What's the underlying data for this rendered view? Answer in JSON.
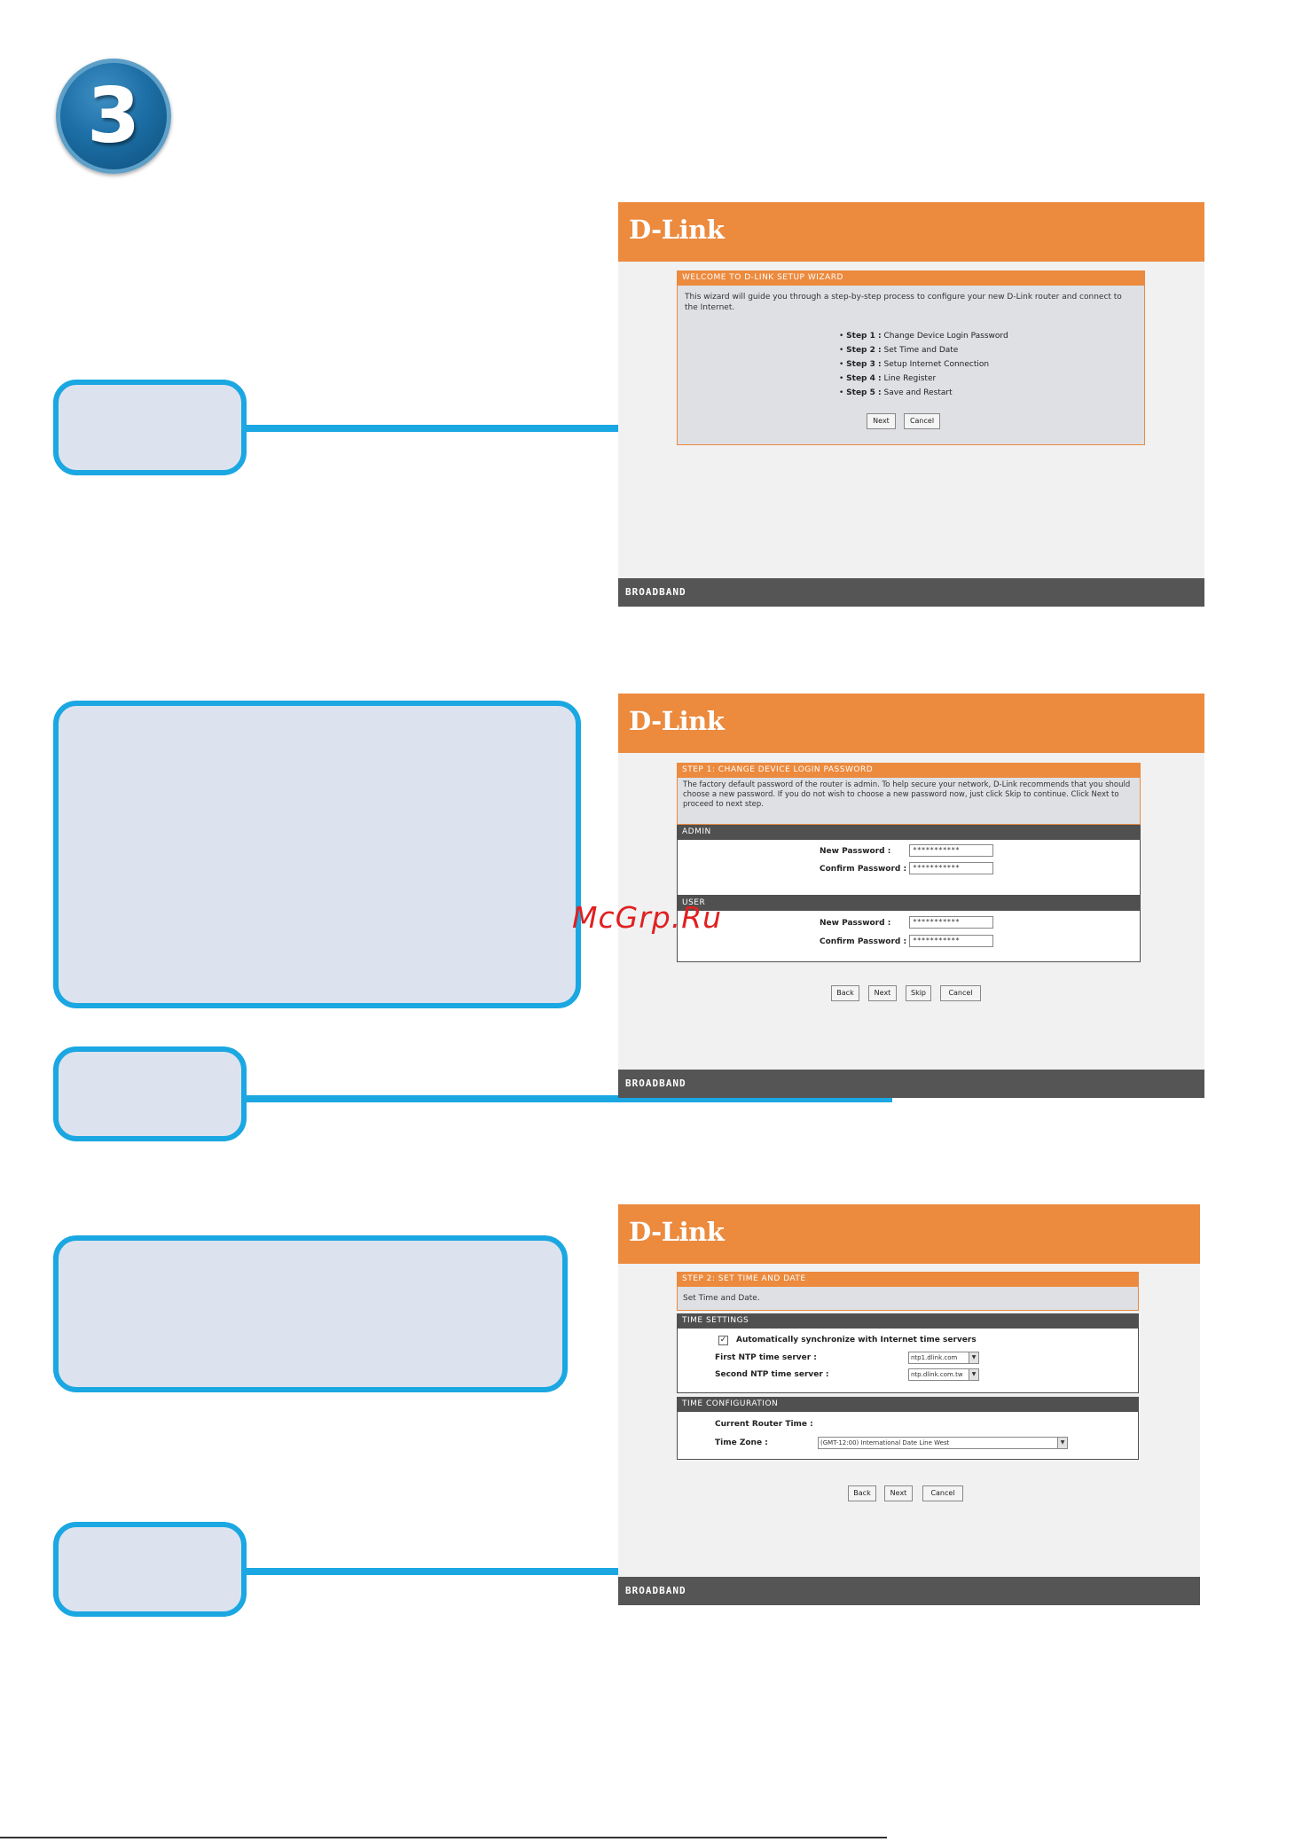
{
  "page": {
    "step_number": "3",
    "watermark": "McGrp.Ru"
  },
  "screens": {
    "welcome": {
      "logo": "D-Link",
      "footer": "BROADBAND",
      "header": "WELCOME TO D-LINK SETUP WIZARD",
      "intro": "This wizard will guide you through a step-by-step process to configure your new D-Link router and connect to the Internet.",
      "steps": [
        {
          "label": "Step 1 :",
          "text": "Change Device Login Password"
        },
        {
          "label": "Step 2 :",
          "text": "Set Time and Date"
        },
        {
          "label": "Step 3 :",
          "text": "Setup Internet Connection"
        },
        {
          "label": "Step 4 :",
          "text": "Line Register"
        },
        {
          "label": "Step 5 :",
          "text": "Save and Restart"
        }
      ],
      "next_label": "Next",
      "cancel_label": "Cancel"
    },
    "password": {
      "logo": "D-Link",
      "footer": "BROADBAND",
      "header": "STEP 1: CHANGE DEVICE LOGIN PASSWORD",
      "intro": "The factory default password of the router is admin. To help secure your network, D-Link recommends that you should choose a new password. If you do not wish to choose a new password now, just click Skip to continue. Click Next to proceed to next step.",
      "admin_header": "ADMIN",
      "user_header": "USER",
      "new_password_label": "New Password :",
      "confirm_password_label": "Confirm Password :",
      "password_mask": "***********",
      "back_label": "Back",
      "next_label": "Next",
      "skip_label": "Skip",
      "cancel_label": "Cancel"
    },
    "time": {
      "logo": "D-Link",
      "footer": "BROADBAND",
      "header": "STEP 2: SET TIME AND DATE",
      "intro": "Set Time and Date.",
      "settings_header": "TIME SETTINGS",
      "auto_sync_label": "Automatically synchronize with Internet time servers",
      "first_ntp_label": "First NTP time server :",
      "first_ntp_value": "ntp1.dlink.com",
      "second_ntp_label": "Second NTP time server :",
      "second_ntp_value": "ntp.dlink.com.tw",
      "config_header": "TIME CONFIGURATION",
      "router_time_label": "Current Router Time :",
      "time_zone_label": "Time Zone :",
      "time_zone_value": "(GMT-12:00) International Date Line West",
      "back_label": "Back",
      "next_label": "Next",
      "cancel_label": "Cancel"
    }
  },
  "colors": {
    "accent_blue": "#1aa7e2",
    "dlink_orange": "#ec8a3e",
    "callout_fill": "#dde3ee",
    "dark_bar": "#555555"
  }
}
